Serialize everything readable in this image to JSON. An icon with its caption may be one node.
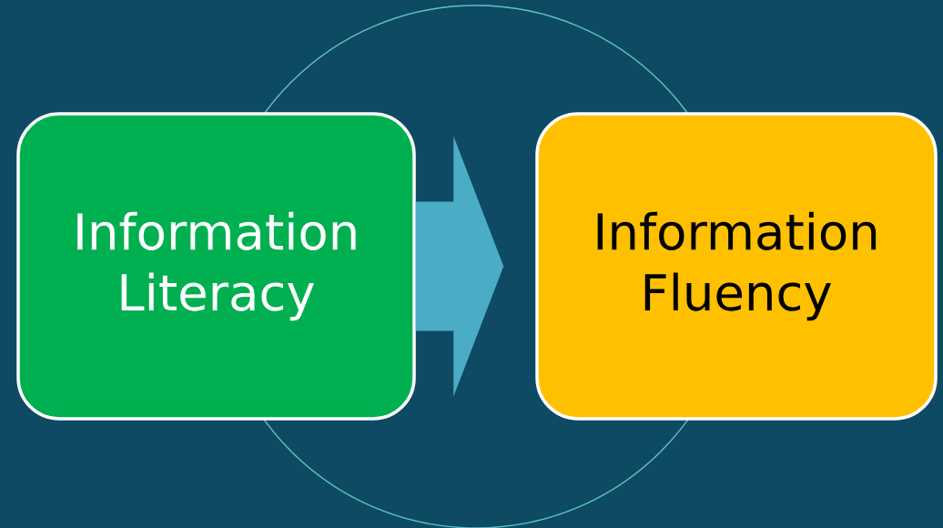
{
  "diagram": {
    "nodes": [
      {
        "text": [
          "Information Literacy"
        ]
      },
      {
        "text": [
          "Information Fluency"
        ]
      }
    ],
    "edges": [
      {
        "from": 0,
        "to": 1,
        "arrow": "to"
      }
    ]
  }
}
